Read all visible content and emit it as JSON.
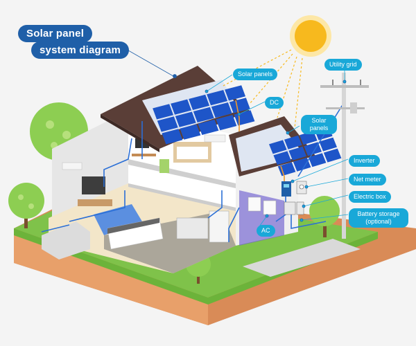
{
  "title": {
    "line1": "Solar panel",
    "line2": "system diagram"
  },
  "labels": {
    "solar_panels_top": "Solar panels",
    "dc": "DC",
    "solar_panels_side_1": "Solar",
    "solar_panels_side_2": "panels",
    "utility_grid": "Utility grid",
    "inverter": "Inverter",
    "net_meter": "Net meter",
    "electric_box": "Electric box",
    "battery_storage_1": "Battery storage",
    "battery_storage_2": "(optional)",
    "ac": "AC"
  },
  "colors": {
    "title_bg": "#1f5fa8",
    "label_bg": "#19a8d8",
    "sun": "#f7b91e",
    "roof": "#5a3e37",
    "panel": "#1e55c8",
    "grass": "#7fc24a",
    "soil": "#e8a06a",
    "wire_blue": "#2b6fd6",
    "wire_orange": "#f19a2a"
  }
}
